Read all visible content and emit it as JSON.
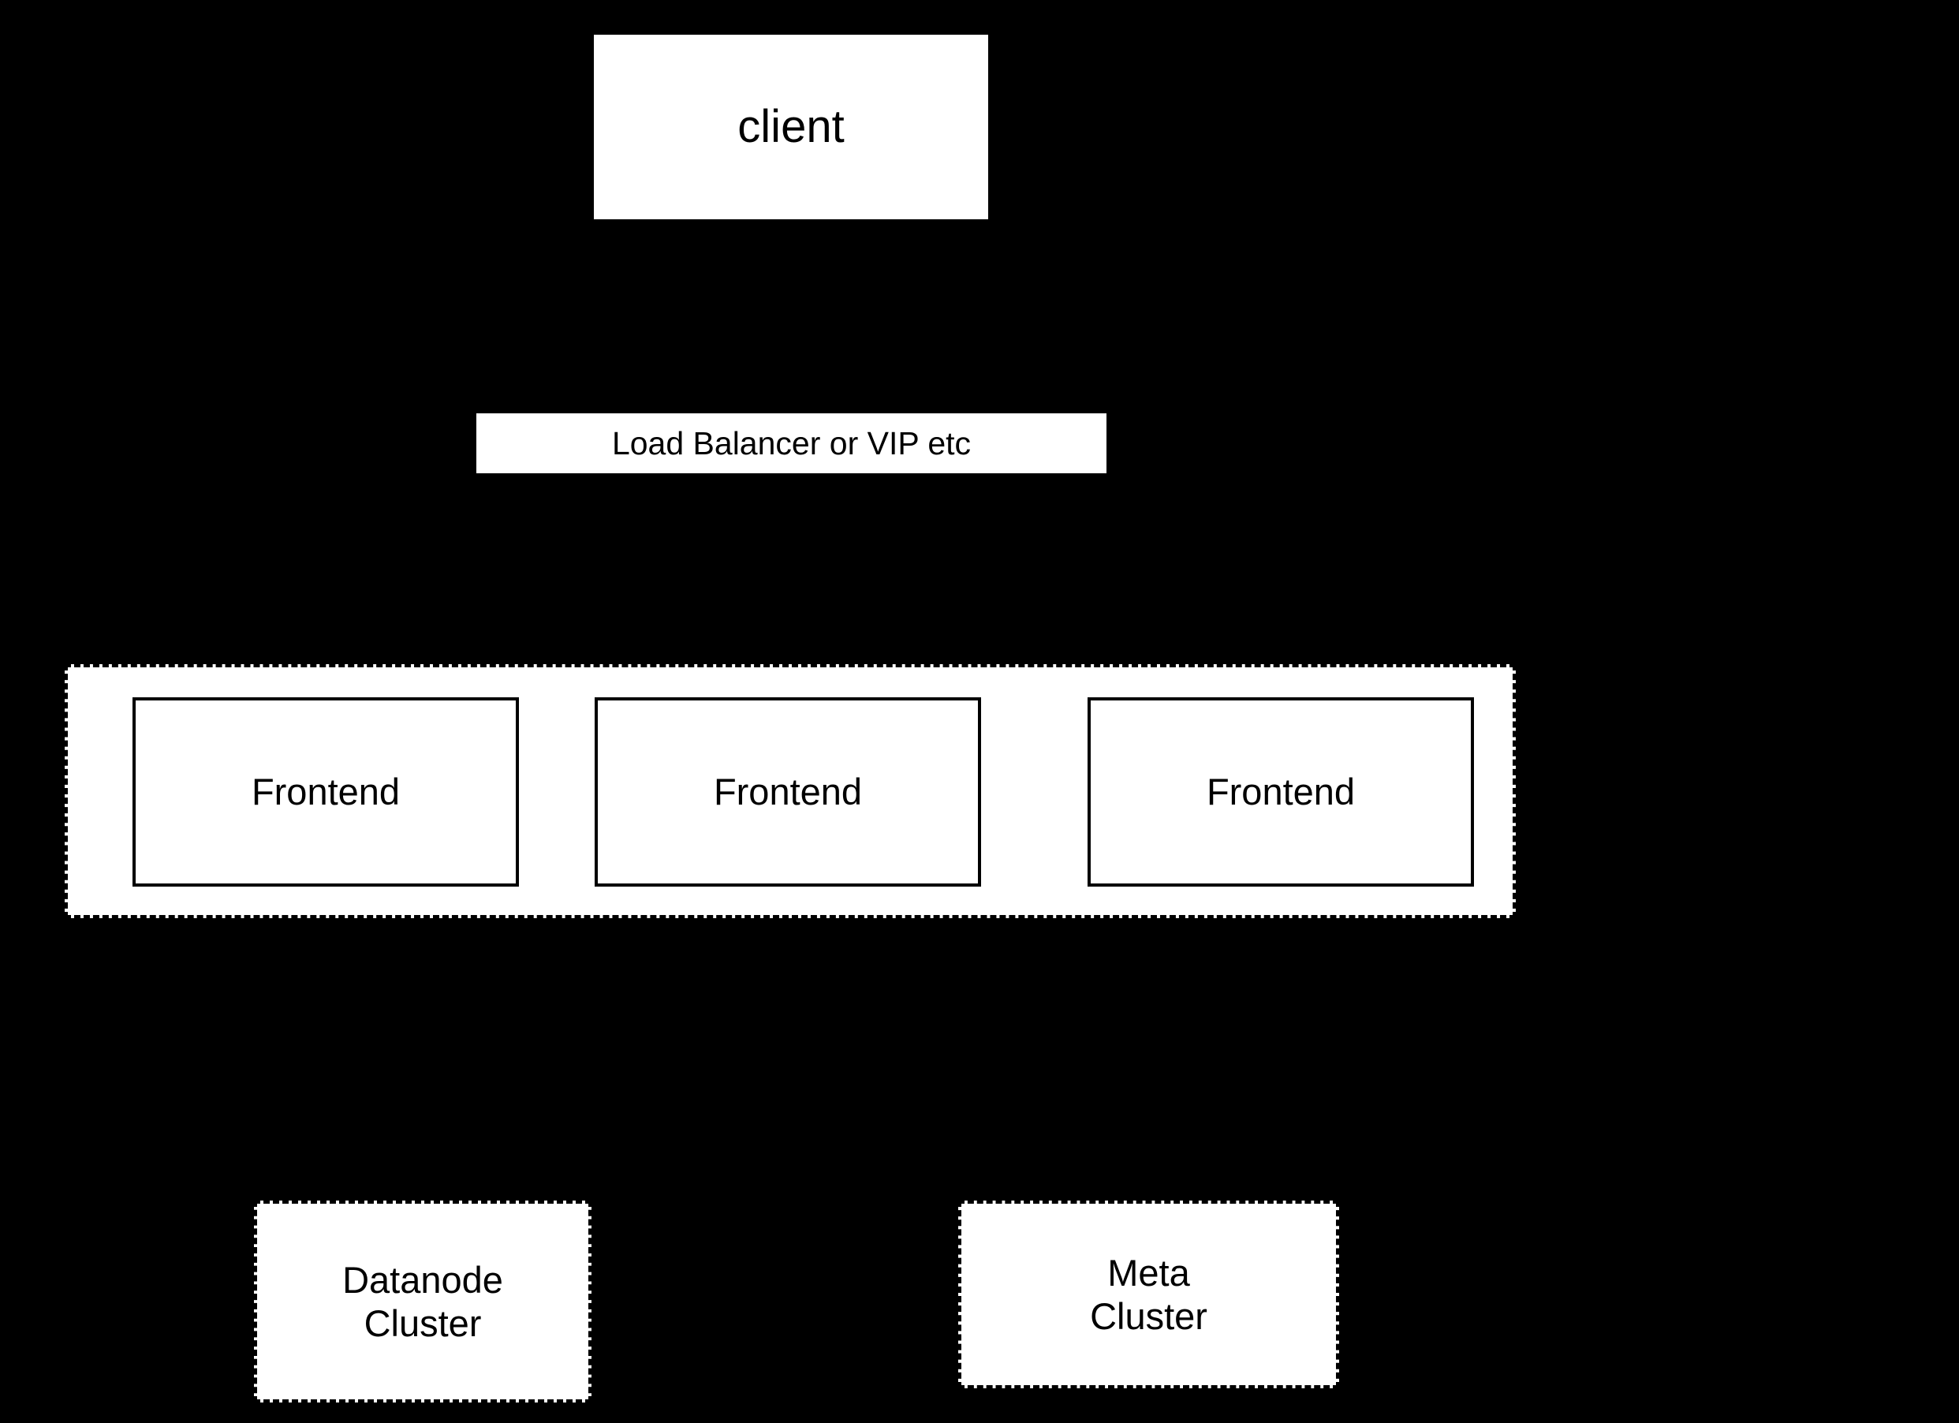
{
  "diagram": {
    "background_color": "#000000",
    "node_fill_color": "#ffffff",
    "stroke_color": "#000000",
    "client": {
      "label": "client"
    },
    "load_balancer": {
      "label": "Load Balancer or VIP etc"
    },
    "frontend_group": {
      "border_style": "dashed",
      "nodes": [
        {
          "label": "Frontend"
        },
        {
          "label": "Frontend"
        },
        {
          "label": "Frontend"
        }
      ]
    },
    "storage": {
      "datanode_cluster": {
        "label": "Datanode\nCluster",
        "border_style": "dashed"
      },
      "meta_cluster": {
        "label": "Meta\nCluster",
        "border_style": "dashed"
      }
    }
  }
}
